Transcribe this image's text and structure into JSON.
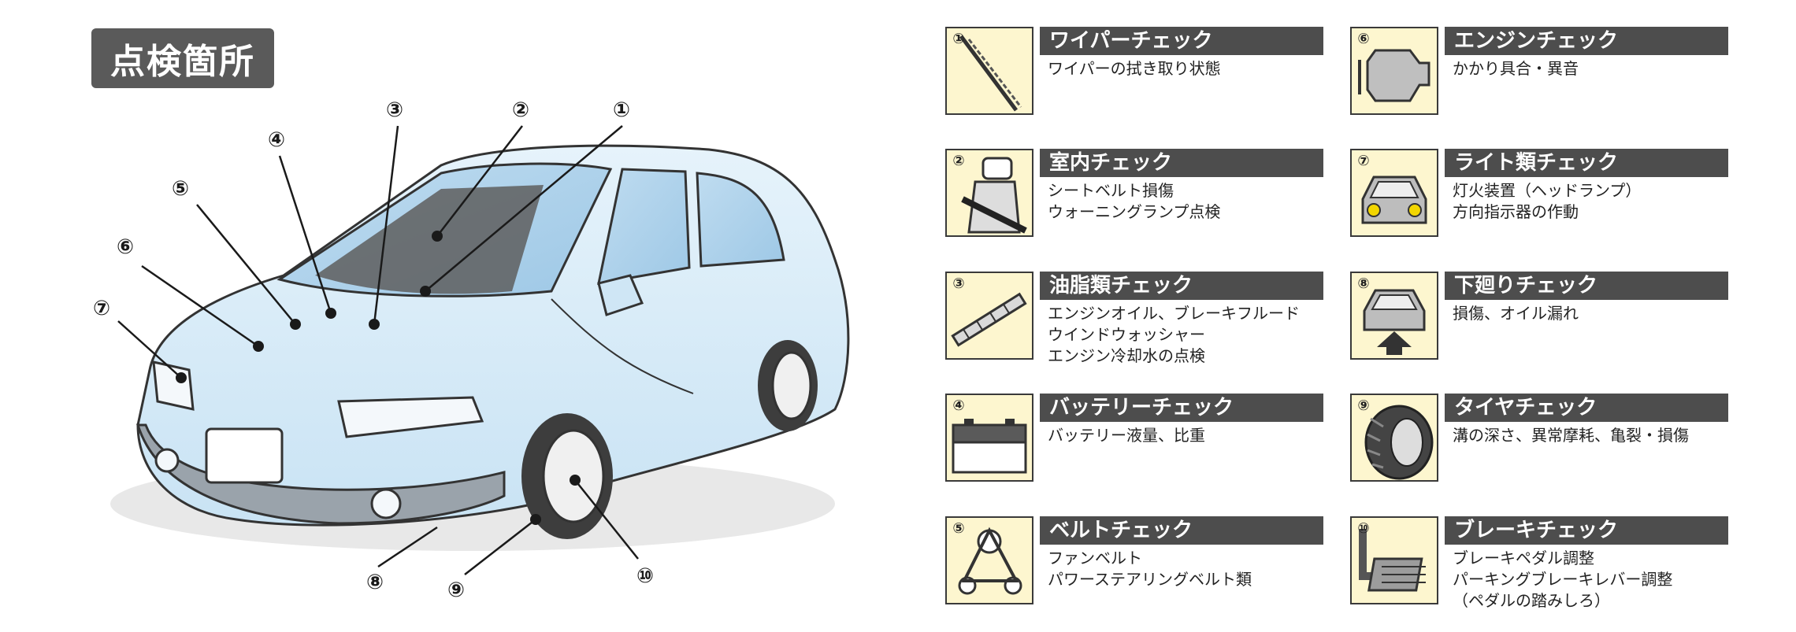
{
  "title": "点検箇所",
  "callouts": [
    "①",
    "②",
    "③",
    "④",
    "⑤",
    "⑥",
    "⑦",
    "⑧",
    "⑨",
    "⑩"
  ],
  "checks": [
    {
      "num": "①",
      "title": "ワイパーチェック",
      "lines": [
        "ワイパーの拭き取り状態"
      ],
      "icon": "wiper-icon"
    },
    {
      "num": "②",
      "title": "室内チェック",
      "lines": [
        "シートベルト損傷",
        "ウォーニングランプ点検"
      ],
      "icon": "seatbelt-icon"
    },
    {
      "num": "③",
      "title": "油脂類チェック",
      "lines": [
        "エンジンオイル、ブレーキフルード",
        "ウインドウォッシャー",
        "エンジン冷却水の点検"
      ],
      "icon": "dipstick-icon"
    },
    {
      "num": "④",
      "title": "バッテリーチェック",
      "lines": [
        "バッテリー液量、比重"
      ],
      "icon": "battery-icon"
    },
    {
      "num": "⑤",
      "title": "ベルトチェック",
      "lines": [
        "ファンベルト",
        "パワーステアリングベルト類"
      ],
      "icon": "belt-icon"
    },
    {
      "num": "⑥",
      "title": "エンジンチェック",
      "lines": [
        "かかり具合・異音"
      ],
      "icon": "engine-icon"
    },
    {
      "num": "⑦",
      "title": "ライト類チェック",
      "lines": [
        "灯火装置（ヘッドランプ）",
        "方向指示器の作動"
      ],
      "icon": "headlight-car-icon"
    },
    {
      "num": "⑧",
      "title": "下廻りチェック",
      "lines": [
        "損傷、オイル漏れ"
      ],
      "icon": "undercarriage-icon"
    },
    {
      "num": "⑨",
      "title": "タイヤチェック",
      "lines": [
        "溝の深さ、異常摩耗、亀裂・損傷"
      ],
      "icon": "tire-icon"
    },
    {
      "num": "⑩",
      "title": "ブレーキチェック",
      "lines": [
        "ブレーキペダル調整",
        "パーキングブレーキレバー調整",
        "（ペダルの踏みしろ）"
      ],
      "icon": "brake-pedal-icon"
    }
  ],
  "colors": {
    "car_body": "#d7ecf9",
    "header_bar": "#4d4d4d",
    "icon_bg": "#fdf6cf",
    "title_bg": "#5a5a5a",
    "headlight": "#f2d600"
  }
}
